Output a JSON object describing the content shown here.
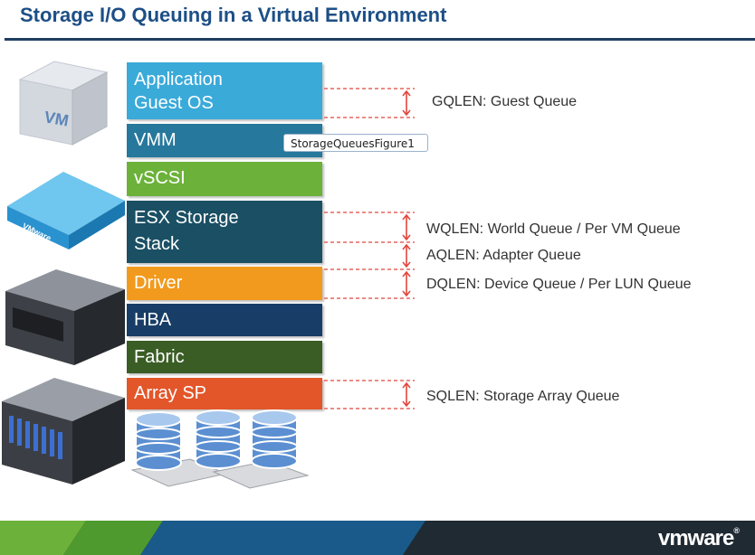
{
  "title": "Storage I/O Queuing in a Virtual Environment",
  "layers": [
    {
      "line1": "Application",
      "line2": "Guest OS",
      "color": "#3aaad9"
    },
    {
      "line1": "VMM",
      "line2": "",
      "color": "#26789c"
    },
    {
      "line1": "vSCSI",
      "line2": "",
      "color": "#6cb23a"
    },
    {
      "line1": "ESX Storage",
      "line2": "Stack",
      "color": "#1a4f64"
    },
    {
      "line1": "Driver",
      "line2": "",
      "color": "#f29a1d"
    },
    {
      "line1": "HBA",
      "line2": "",
      "color": "#183d66"
    },
    {
      "line1": "Fabric",
      "line2": "",
      "color": "#3a5d25"
    },
    {
      "line1": "Array SP",
      "line2": "",
      "color": "#e2562a"
    }
  ],
  "queues": [
    {
      "label": "GQLEN: Guest Queue"
    },
    {
      "label": "WQLEN: World Queue / Per VM Queue"
    },
    {
      "label": "AQLEN: Adapter Queue"
    },
    {
      "label": "DQLEN: Device Queue / Per LUN Queue"
    },
    {
      "label": "SQLEN: Storage Array Queue"
    }
  ],
  "tooltip": "StorageQueuesFigure1",
  "vm_cube_label": "VM",
  "vmware_slab_label": "VMware",
  "footer_logo": "vmware",
  "footer_logo_mark": "®",
  "colors": {
    "title": "#1d4f86",
    "dashed": "#e2453c",
    "footer_green": "#6cb23a",
    "footer_blue": "#1a5a8a"
  }
}
